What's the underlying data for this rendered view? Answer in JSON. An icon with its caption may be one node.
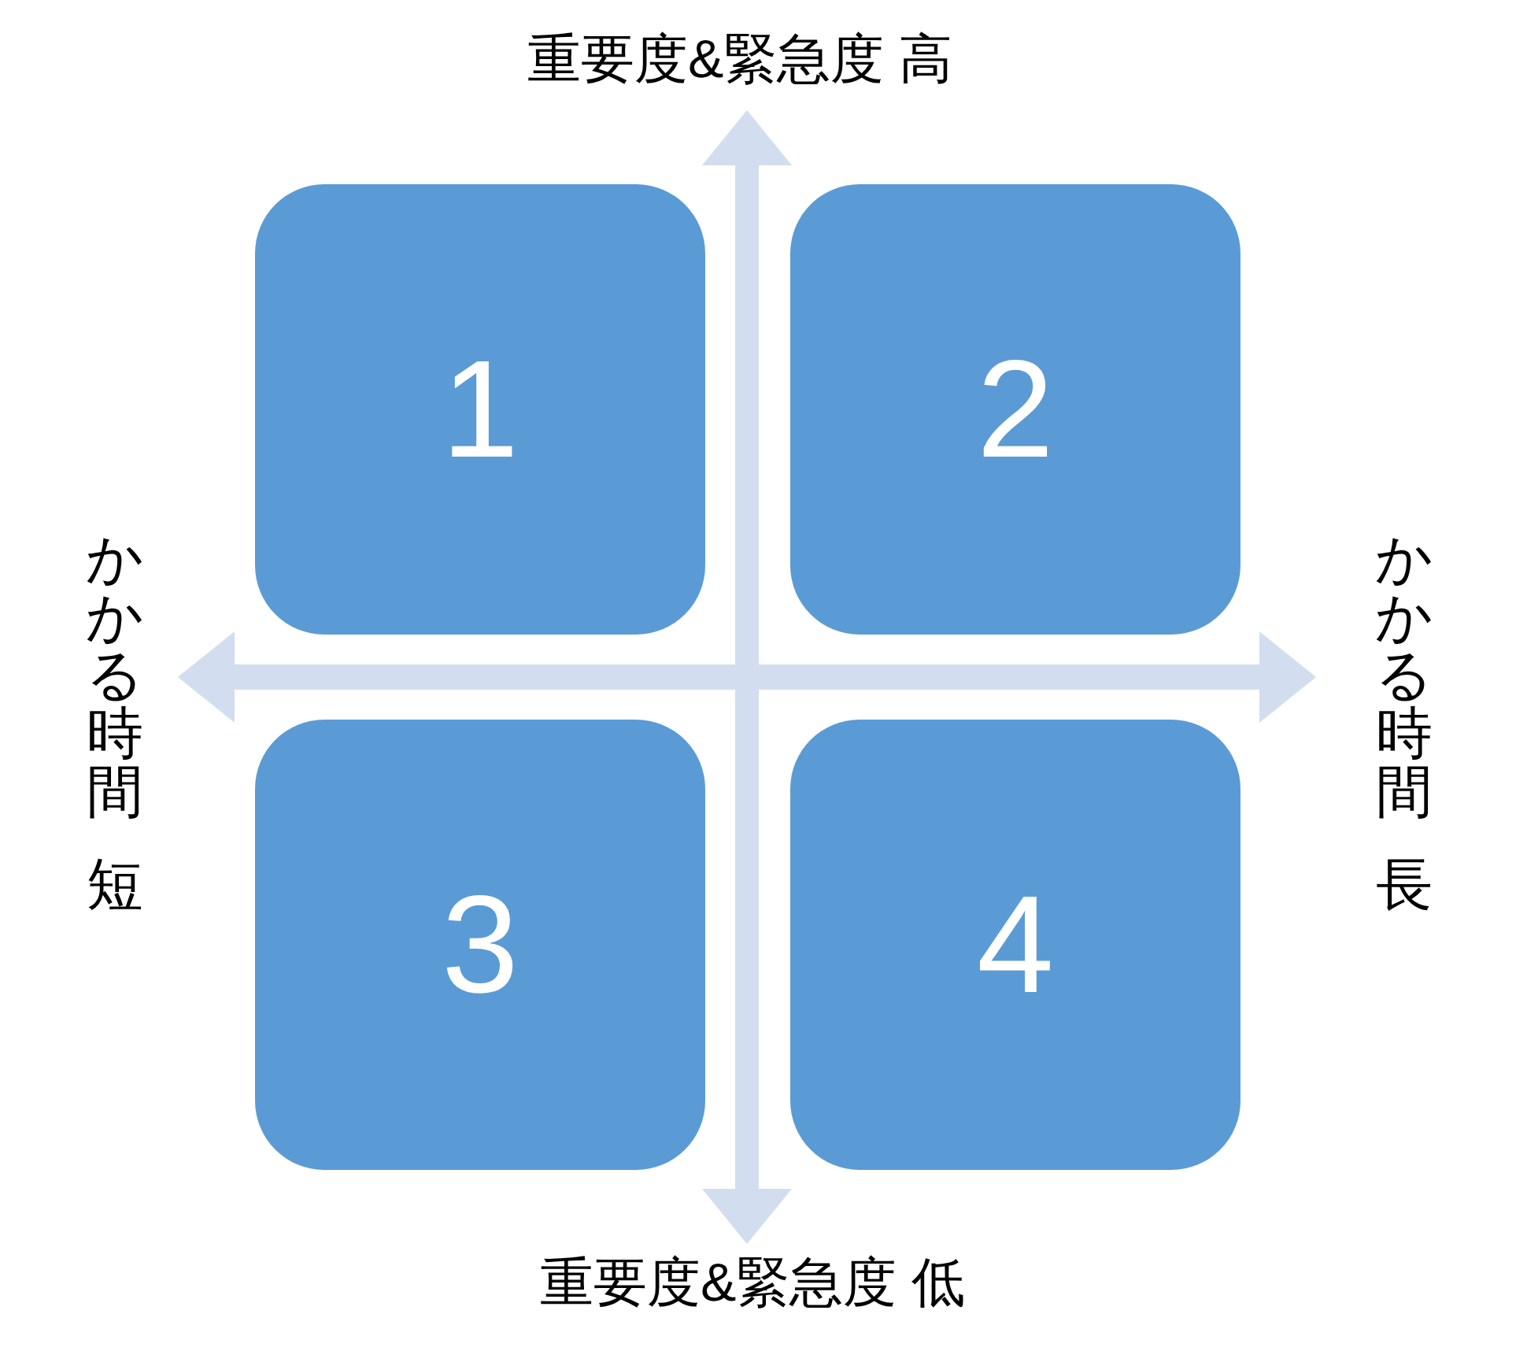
{
  "diagram": {
    "nodes": [
      {
        "text": [
          "1"
        ]
      },
      {
        "text": [
          "2"
        ]
      },
      {
        "text": [
          "3"
        ]
      },
      {
        "text": [
          "4"
        ]
      }
    ],
    "labels": [
      "重要度&緊急度 高",
      "かかる時間短",
      "かかる時間長",
      "重要度&緊急度 低"
    ]
  }
}
